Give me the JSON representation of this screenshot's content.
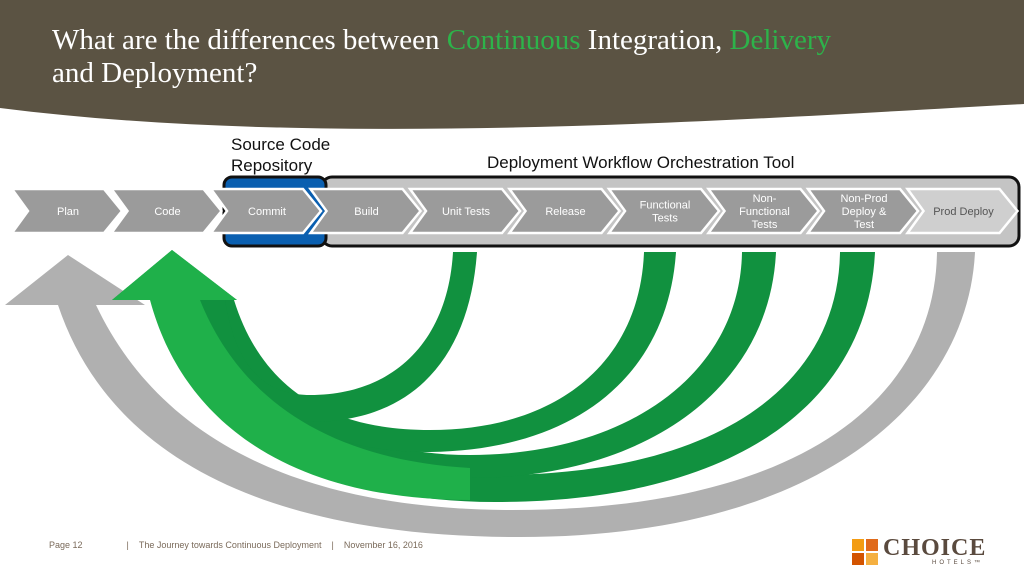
{
  "slide": {
    "title_part1": "What are the differences between ",
    "title_hl1": "Continuous",
    "title_part2": " Integration, ",
    "title_hl2": "Delivery",
    "title_part3": "and Deployment?"
  },
  "labels": {
    "source_repo_line1": "Source Code",
    "source_repo_line2": "Repository",
    "orchestration": "Deployment Workflow Orchestration Tool"
  },
  "pipeline": {
    "stages": [
      [
        "Plan"
      ],
      [
        "Code"
      ],
      [
        "Commit"
      ],
      [
        "Build"
      ],
      [
        "Unit Tests"
      ],
      [
        "Release"
      ],
      [
        "Functional",
        "Tests"
      ],
      [
        "Non-",
        "Functional",
        "Tests"
      ],
      [
        "Non-Prod",
        "Deploy &",
        "Test"
      ],
      [
        "Prod Deploy"
      ]
    ]
  },
  "footer": {
    "page": "Page 12",
    "sep": "|",
    "deck": "The Journey towards Continuous Deployment",
    "date": "November 16, 2016"
  },
  "logo": {
    "name": "CHOICE",
    "sub": "HOTELS™"
  },
  "colors": {
    "header": "#5b5343",
    "accent_green": "#2db34a",
    "repo_blue": "#0a5fb0",
    "chevron_gray": "#9b9b9b",
    "arrow_green": "#11913f",
    "arrow_gray": "#b0b0b0"
  }
}
